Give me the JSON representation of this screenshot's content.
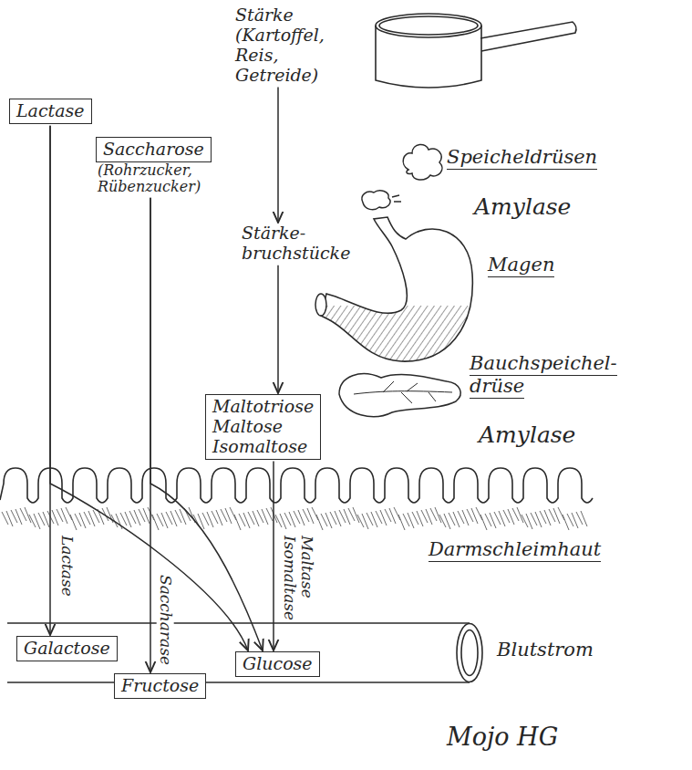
{
  "diagram": {
    "nodes": [
      {
        "text": [
          "Lactase"
        ]
      },
      {
        "text": [
          "Saccharose",
          "(Rohrzucker, Rübenzucker)"
        ]
      },
      {
        "text": [
          "Stärke (Kartoffel, Reis, Getreide)"
        ]
      },
      {
        "text": [
          "Stärke- bruchstücke"
        ]
      },
      {
        "text": [
          "Maltotriose Maltose Isomaltose"
        ]
      },
      {
        "text": [
          "Galactose"
        ]
      },
      {
        "text": [
          "Fructose"
        ]
      },
      {
        "text": [
          "Glucose"
        ]
      }
    ],
    "edges": [
      {
        "from": 0,
        "to": 5,
        "label": "Lactase",
        "arrow": "to"
      },
      {
        "from": 0,
        "to": 7,
        "arrow": "to"
      },
      {
        "from": 1,
        "to": 6,
        "label": "Saccharase",
        "arrow": "to"
      },
      {
        "from": 1,
        "to": 7,
        "arrow": "to"
      },
      {
        "from": 4,
        "to": 7,
        "label": "Maltase Isomaltase",
        "arrow": "to"
      },
      {
        "from": 2,
        "to": 3,
        "arrow": "to"
      },
      {
        "from": 3,
        "to": 4,
        "arrow": "to"
      }
    ],
    "labels": [
      "Speicheldrüsen",
      "Amylase",
      "Magen",
      "Bauchspeichel- drüse",
      "Amylase",
      "Darmschleimhaut",
      "Blutstrom",
      "Mojo HG"
    ]
  }
}
